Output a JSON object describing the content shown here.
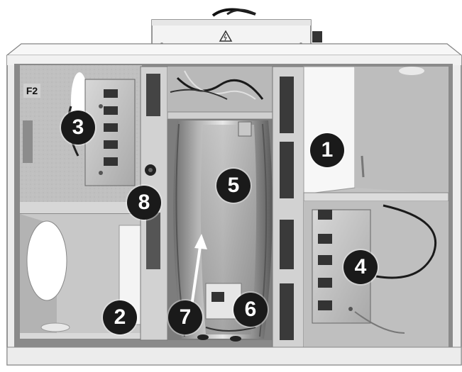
{
  "photo": {
    "compartment_tag": "F2",
    "callouts": [
      {
        "id": "1",
        "label": "1"
      },
      {
        "id": "2",
        "label": "2"
      },
      {
        "id": "3",
        "label": "3"
      },
      {
        "id": "4",
        "label": "4"
      },
      {
        "id": "5",
        "label": "5"
      },
      {
        "id": "6",
        "label": "6"
      },
      {
        "id": "7",
        "label": "7"
      },
      {
        "id": "8",
        "label": "8"
      }
    ],
    "warning_icon": "high-voltage-warning-icon"
  }
}
